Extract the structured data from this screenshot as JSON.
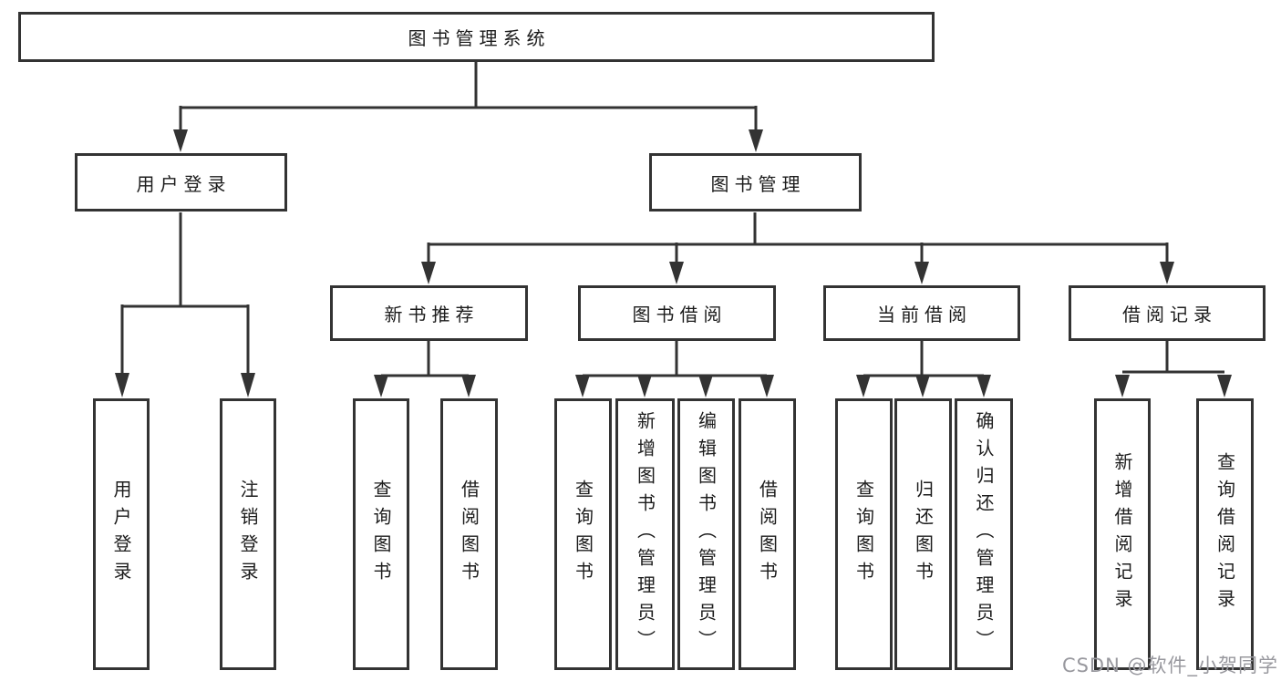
{
  "diagram_title": "图书管理系统",
  "tree": {
    "label": "图书管理系统",
    "children": [
      {
        "label": "用户登录",
        "children": [
          {
            "label": "用户登录"
          },
          {
            "label": "注销登录"
          }
        ]
      },
      {
        "label": "图书管理",
        "children": [
          {
            "label": "新书推荐",
            "children": [
              {
                "label": "查询图书"
              },
              {
                "label": "借阅图书"
              }
            ]
          },
          {
            "label": "图书借阅",
            "children": [
              {
                "label": "查询图书"
              },
              {
                "label": "新增图书（管理员）"
              },
              {
                "label": "编辑图书（管理员）"
              },
              {
                "label": "借阅图书"
              }
            ]
          },
          {
            "label": "当前借阅",
            "children": [
              {
                "label": "查询图书"
              },
              {
                "label": "归还图书"
              },
              {
                "label": "确认归还（管理员）"
              }
            ]
          },
          {
            "label": "借阅记录",
            "children": [
              {
                "label": "新增借阅记录"
              },
              {
                "label": "查询借阅记录"
              }
            ]
          }
        ]
      }
    ]
  },
  "watermark": {
    "text": "CSDN @软件_小贺同学"
  },
  "colors": {
    "line": "#333333",
    "box_border": "#333333",
    "box_fill": "#ffffff",
    "text": "#1c1c1c",
    "watermark": "#98989e",
    "background": "#ffffff"
  }
}
